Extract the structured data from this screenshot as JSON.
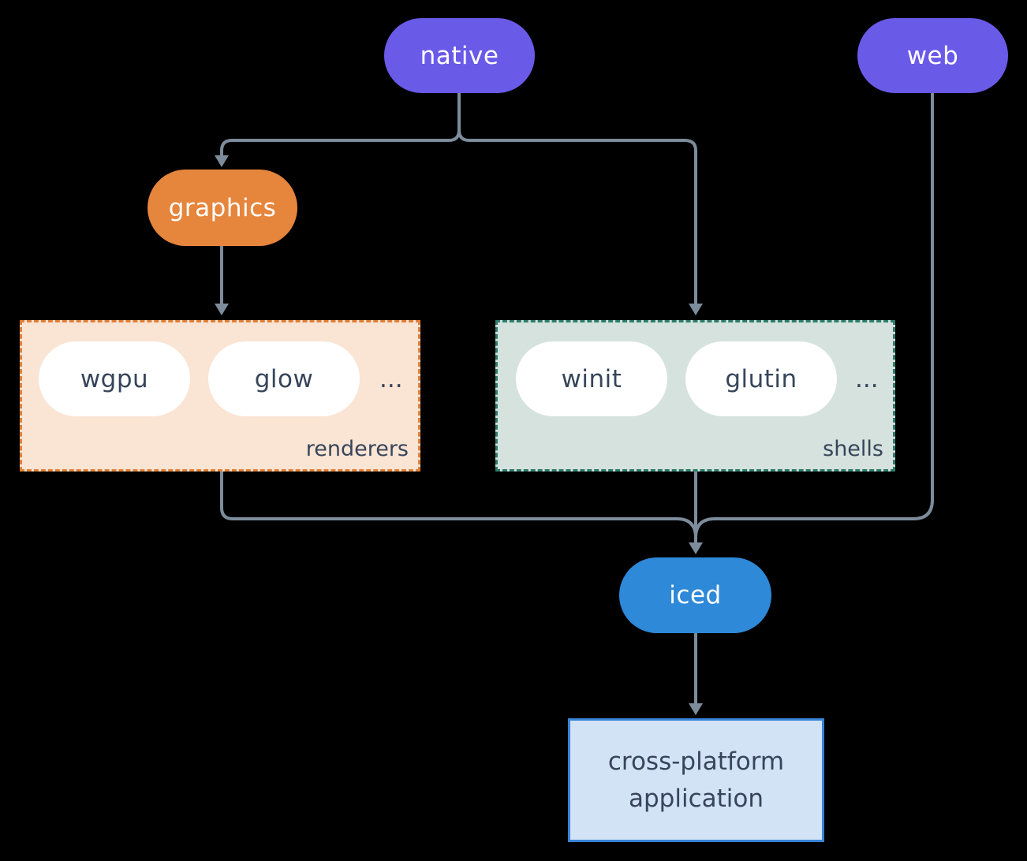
{
  "colors": {
    "background": "#000000",
    "line": "#7d8c9b",
    "violet": "#6a5ae8",
    "orange": "#e6853c",
    "blue": "#2e89d8",
    "dark_text": "#36455a",
    "renderers_bg": "#fae4d4",
    "renderers_border": "#e0813a",
    "shells_bg": "#d5e2dd",
    "shells_border": "#2e7d6e",
    "app_bg": "#d3e3f6",
    "app_border": "#3884d6"
  },
  "nodes": {
    "native": {
      "label": "native"
    },
    "web": {
      "label": "web"
    },
    "graphics": {
      "label": "graphics"
    },
    "iced": {
      "label": "iced"
    },
    "application": {
      "label": "cross-platform application"
    }
  },
  "groups": {
    "renderers": {
      "caption": "renderers",
      "pills": [
        "wgpu",
        "glow"
      ],
      "ellipsis": "..."
    },
    "shells": {
      "caption": "shells",
      "pills": [
        "winit",
        "glutin"
      ],
      "ellipsis": "..."
    }
  }
}
